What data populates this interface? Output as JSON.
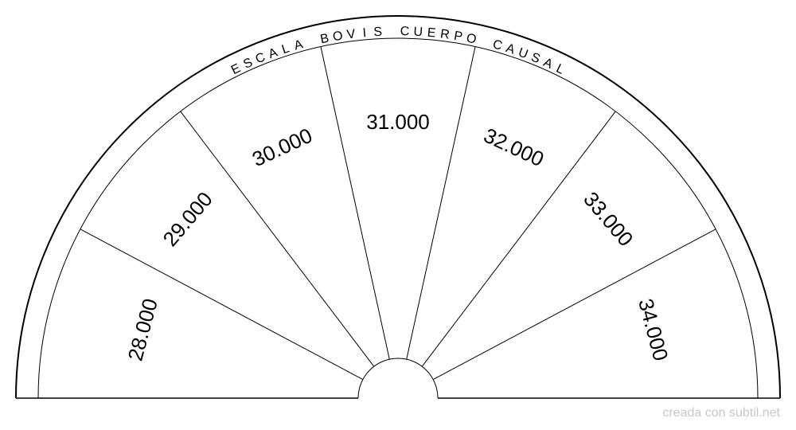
{
  "chart_data": {
    "type": "pie",
    "title": "ESCALA BOVIS CUERPO CAUSAL",
    "categories": [
      "28.000",
      "29.000",
      "30.000",
      "31.000",
      "32.000",
      "33.000",
      "34.000"
    ],
    "values": [
      1,
      1,
      1,
      1,
      1,
      1,
      1
    ],
    "colors": {
      "stroke": "#000000",
      "fill": "#ffffff"
    }
  },
  "footer": {
    "credit": "creada con subtil.net"
  }
}
